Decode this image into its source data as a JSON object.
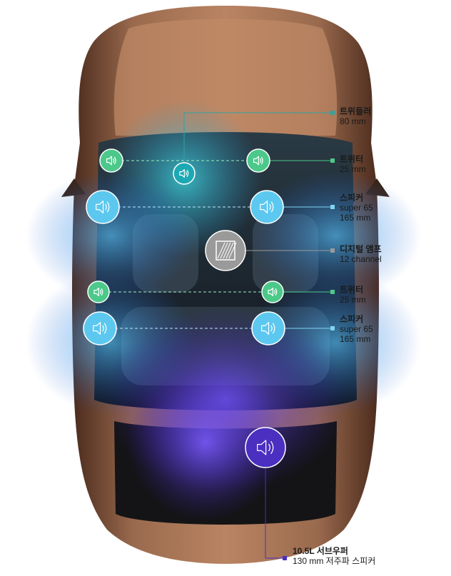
{
  "legend": [
    {
      "id": "tweeter-center",
      "title": "트위들러",
      "lines": [
        "80 mm"
      ],
      "color": "#2fa3a3"
    },
    {
      "id": "tweeter-front",
      "title": "트위터",
      "lines": [
        "25 mm"
      ],
      "color": "#4cc98a"
    },
    {
      "id": "speaker-front",
      "title": "스피커",
      "lines": [
        "super 65",
        "165 mm"
      ],
      "color": "#7fd4f2"
    },
    {
      "id": "amp",
      "title": "디지털 앰프",
      "lines": [
        "12 channel"
      ],
      "color": "#9a9a9a"
    },
    {
      "id": "tweeter-rear",
      "title": "트위터",
      "lines": [
        "25 mm"
      ],
      "color": "#4cc98a"
    },
    {
      "id": "speaker-rear",
      "title": "스피커",
      "lines": [
        "super 65",
        "165 mm"
      ],
      "color": "#7fd4f2"
    },
    {
      "id": "subwoofer",
      "title": "10.5L 서브우퍼",
      "lines": [
        "130 mm 저주파 스피커"
      ],
      "color": "#4a2fc0"
    }
  ],
  "colors": {
    "car_body": "#9a6a4e",
    "car_body_dark": "#5a3524",
    "teal": "#1ca9b4",
    "green": "#4cc98a",
    "sky": "#5cc8ef",
    "purple": "#4a2fc0",
    "gray": "#9a9a9a"
  },
  "icons": {
    "speaker": "speaker-icon",
    "amp": "amplifier-icon"
  }
}
